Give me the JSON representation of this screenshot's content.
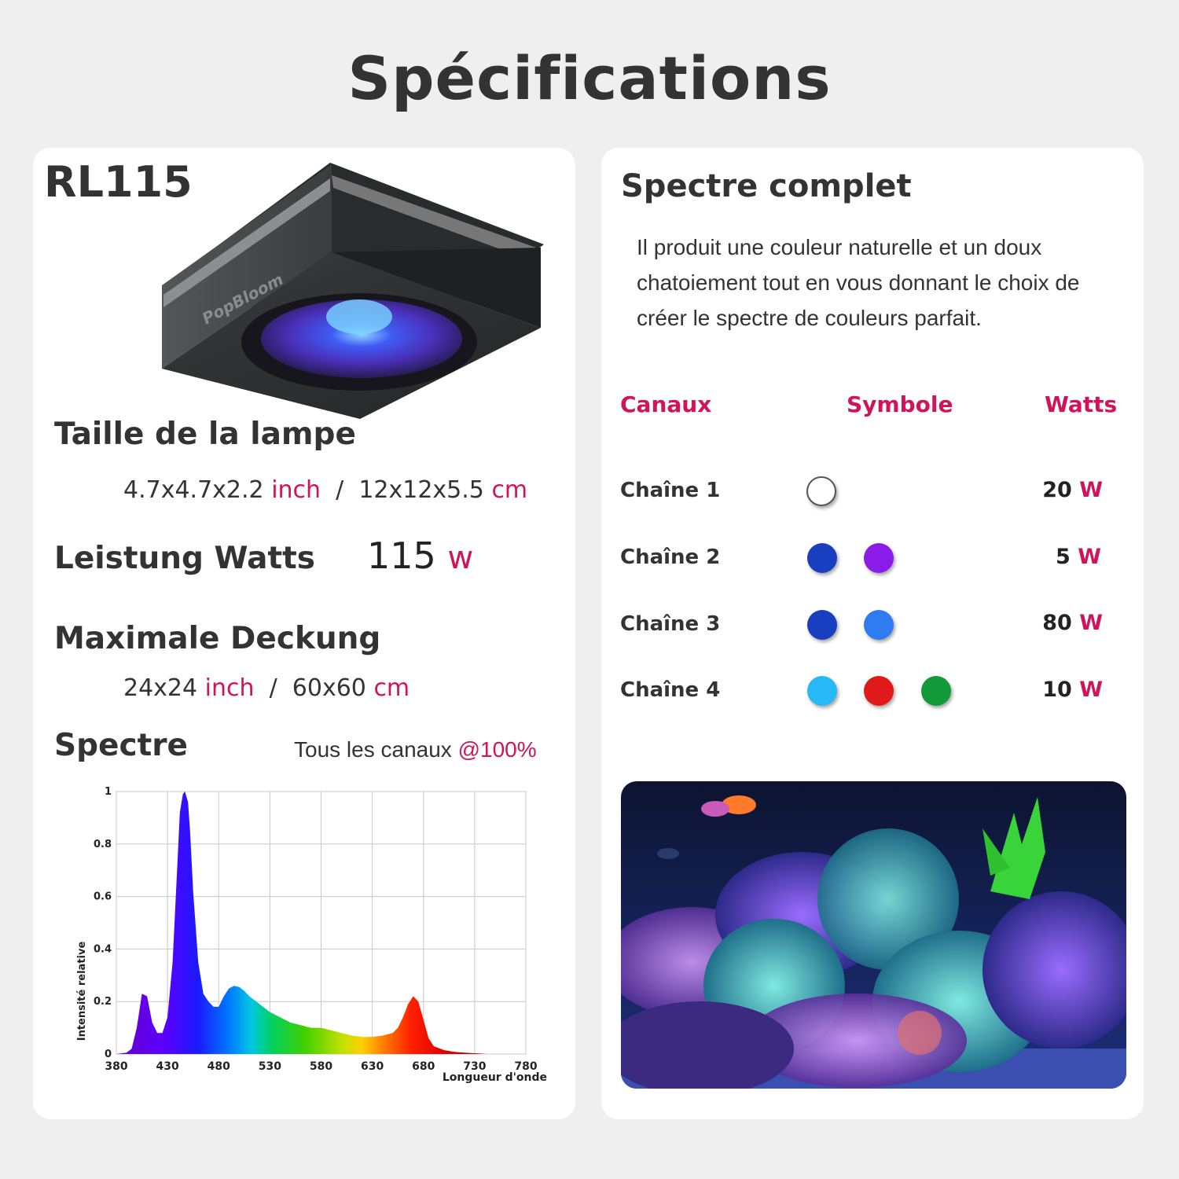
{
  "page_title": "Spécifications",
  "left": {
    "model": "RL115",
    "brand": "PopBloom",
    "size": {
      "heading": "Taille de la lampe",
      "imperial": "4.7x4.7x2.2",
      "imperial_unit": "inch",
      "sep": "/",
      "metric": "12x12x5.5",
      "metric_unit": "cm"
    },
    "power": {
      "heading": "Leistung Watts",
      "value": "115",
      "unit": "w"
    },
    "coverage": {
      "heading": "Maximale Deckung",
      "imperial": "24x24",
      "imperial_unit": "inch",
      "sep": "/",
      "metric": "60x60",
      "metric_unit": "cm"
    },
    "spectrum": {
      "heading": "Spectre",
      "note": "Tous les canaux",
      "note_accent": "@100%"
    }
  },
  "right": {
    "heading": "Spectre complet",
    "description": [
      "Il produit une couleur naturelle et un doux",
      "chatoiement tout en vous donnant le choix de",
      "créer le spectre de couleurs parfait."
    ],
    "columns": {
      "channels": "Canaux",
      "symbol": "Symbole",
      "watts": "Watts"
    },
    "channels": [
      {
        "name": "Chaîne 1",
        "watts": "20",
        "unit": "W",
        "colors": [
          "#ffffff"
        ]
      },
      {
        "name": "Chaîne 2",
        "watts": "5",
        "unit": "W",
        "colors": [
          "#1a3ec0",
          "#8a1be8"
        ]
      },
      {
        "name": "Chaîne 3",
        "watts": "80",
        "unit": "W",
        "colors": [
          "#1a3ec0",
          "#2f7bf0"
        ]
      },
      {
        "name": "Chaîne 4",
        "watts": "10",
        "unit": "W",
        "colors": [
          "#27b8f5",
          "#e01a1a",
          "#129a3a"
        ]
      }
    ]
  },
  "chart_data": {
    "type": "area",
    "title": "",
    "xlabel": "Longueur d'onde",
    "ylabel": "Intensité relative",
    "xlim": [
      380,
      780
    ],
    "ylim": [
      0,
      1
    ],
    "xticks": [
      380,
      430,
      480,
      530,
      580,
      630,
      680,
      730,
      780
    ],
    "yticks": [
      0,
      0.2,
      0.4,
      0.6,
      0.8,
      1
    ],
    "ytick_labels": [
      "0",
      "0.2",
      "0.4",
      "0.6",
      "0.8",
      "1"
    ],
    "grid": true,
    "x": [
      380,
      390,
      395,
      400,
      405,
      410,
      415,
      420,
      425,
      430,
      435,
      440,
      442,
      445,
      447,
      450,
      452,
      455,
      460,
      465,
      470,
      475,
      480,
      485,
      490,
      495,
      500,
      505,
      510,
      520,
      530,
      540,
      550,
      560,
      570,
      580,
      590,
      600,
      610,
      620,
      630,
      640,
      650,
      655,
      660,
      665,
      670,
      675,
      680,
      685,
      690,
      700,
      710,
      720,
      730,
      740
    ],
    "values": [
      0,
      0.005,
      0.02,
      0.1,
      0.23,
      0.22,
      0.12,
      0.08,
      0.08,
      0.14,
      0.35,
      0.75,
      0.92,
      0.99,
      1.0,
      0.96,
      0.85,
      0.62,
      0.35,
      0.23,
      0.2,
      0.18,
      0.18,
      0.22,
      0.25,
      0.26,
      0.255,
      0.24,
      0.22,
      0.19,
      0.16,
      0.14,
      0.12,
      0.11,
      0.1,
      0.1,
      0.09,
      0.08,
      0.07,
      0.065,
      0.065,
      0.07,
      0.08,
      0.1,
      0.14,
      0.19,
      0.22,
      0.2,
      0.13,
      0.06,
      0.03,
      0.015,
      0.008,
      0.005,
      0.003,
      0.001
    ]
  }
}
